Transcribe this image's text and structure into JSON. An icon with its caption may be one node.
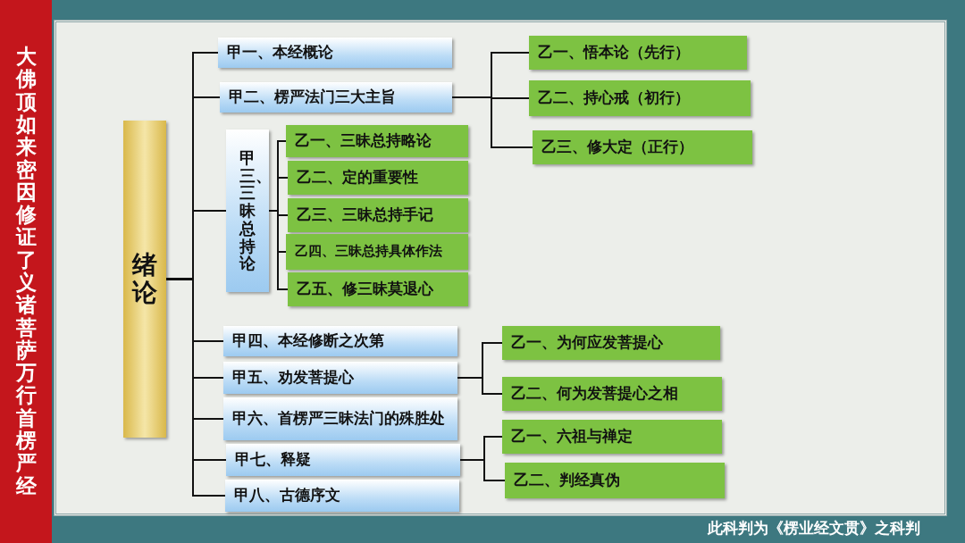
{
  "diagram": {
    "title": "大佛顶如来密因修证了义诸菩萨万行首楞严经",
    "caption": "此科判为《楞业经文贯》之科判",
    "nodes": [
      {
        "text": [
          "绪论"
        ]
      },
      {
        "text": [
          "甲一、本经概论"
        ]
      },
      {
        "text": [
          "甲二、楞严法门三大主旨"
        ]
      },
      {
        "text": [
          "乙一、悟本论（先行）"
        ]
      },
      {
        "text": [
          "乙二、持心戒（初行）"
        ]
      },
      {
        "text": [
          "乙三、修大定（正行）"
        ]
      },
      {
        "text": [
          "甲三、三昧总持论"
        ]
      },
      {
        "text": [
          "乙一、三昧总持略论"
        ]
      },
      {
        "text": [
          "乙二、定的重要性"
        ]
      },
      {
        "text": [
          "乙三、三昧总持手记"
        ]
      },
      {
        "text": [
          "乙四、三昧总持具体作法"
        ]
      },
      {
        "text": [
          "乙五、修三昧莫退心"
        ]
      },
      {
        "text": [
          "甲四、本经修断之次第"
        ]
      },
      {
        "text": [
          "甲五、劝发菩提心"
        ]
      },
      {
        "text": [
          "乙一、为何应发菩提心"
        ]
      },
      {
        "text": [
          "乙二、何为发菩提心之相"
        ]
      },
      {
        "text": [
          "甲六、首楞严三昧法门的殊胜处"
        ]
      },
      {
        "text": [
          "甲七、释疑"
        ]
      },
      {
        "text": [
          "乙一、六祖与禅定"
        ]
      },
      {
        "text": [
          "乙二、判经真伪"
        ]
      },
      {
        "text": [
          "甲八、古德序文"
        ]
      }
    ],
    "edges": [
      {
        "from": 0,
        "to": 1,
        "arrow": "none"
      },
      {
        "from": 0,
        "to": 2,
        "arrow": "none"
      },
      {
        "from": 0,
        "to": 6,
        "arrow": "none"
      },
      {
        "from": 0,
        "to": 12,
        "arrow": "none"
      },
      {
        "from": 0,
        "to": 13,
        "arrow": "none"
      },
      {
        "from": 0,
        "to": 16,
        "arrow": "none"
      },
      {
        "from": 0,
        "to": 17,
        "arrow": "none"
      },
      {
        "from": 0,
        "to": 20,
        "arrow": "none"
      },
      {
        "from": 2,
        "to": 3,
        "arrow": "none"
      },
      {
        "from": 2,
        "to": 4,
        "arrow": "none"
      },
      {
        "from": 2,
        "to": 5,
        "arrow": "none"
      },
      {
        "from": 6,
        "to": 7,
        "arrow": "none"
      },
      {
        "from": 6,
        "to": 8,
        "arrow": "none"
      },
      {
        "from": 6,
        "to": 9,
        "arrow": "none"
      },
      {
        "from": 6,
        "to": 10,
        "arrow": "none"
      },
      {
        "from": 6,
        "to": 11,
        "arrow": "none"
      },
      {
        "from": 13,
        "to": 14,
        "arrow": "none"
      },
      {
        "from": 13,
        "to": 15,
        "arrow": "none"
      },
      {
        "from": 17,
        "to": 18,
        "arrow": "none"
      },
      {
        "from": 17,
        "to": 19,
        "arrow": "none"
      }
    ]
  }
}
